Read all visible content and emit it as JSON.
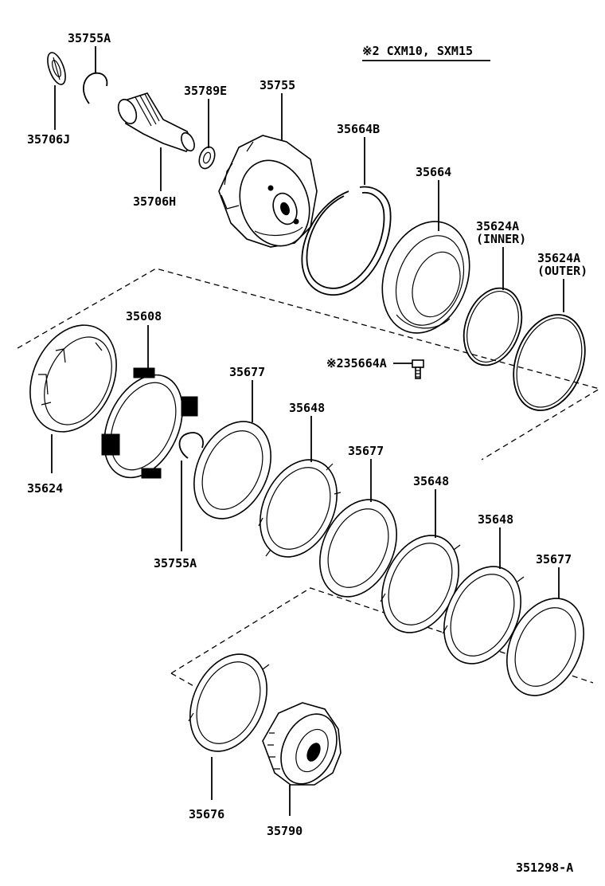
{
  "header": {
    "note": "※2 CXM10, SXM15"
  },
  "figure_code": "351298-A",
  "labels": {
    "p35755a_top": "35755A",
    "p35706j": "35706J",
    "p35706h": "35706H",
    "p35789e": "35789E",
    "p35755": "35755",
    "p35664b": "35664B",
    "p35664": "35664",
    "p35624a_inner": "35624A",
    "p35624a_inner_sub": "(INNER)",
    "p35624a_outer": "35624A",
    "p35624a_outer_sub": "(OUTER)",
    "p35664a": "※235664A",
    "p35608": "35608",
    "p35624": "35624",
    "p35755a_mid": "35755A",
    "p35677_a": "35677",
    "p35648_a": "35648",
    "p35677_b": "35677",
    "p35648_b": "35648",
    "p35648_c": "35648",
    "p35677_c": "35677",
    "p35676": "35676",
    "p35790": "35790"
  }
}
